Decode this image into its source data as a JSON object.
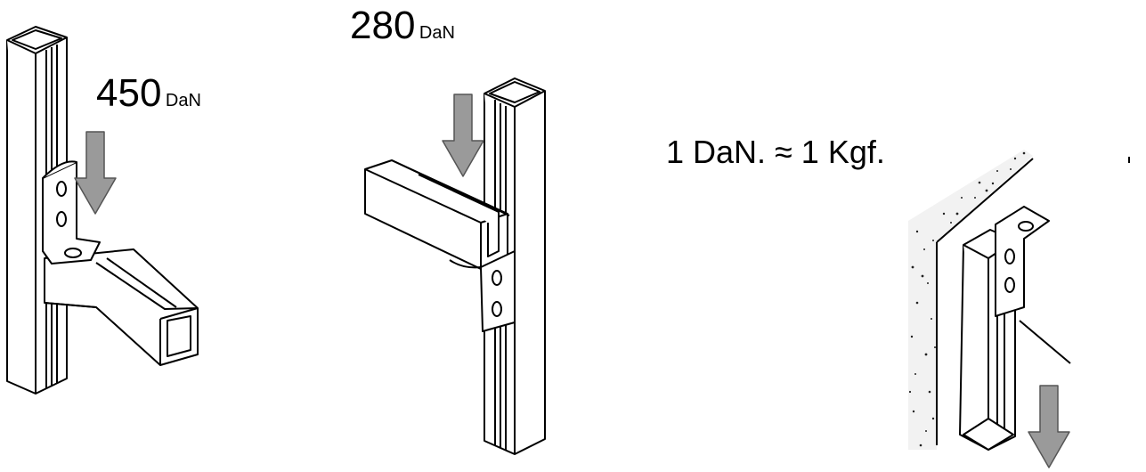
{
  "loads": {
    "left": {
      "value": "450",
      "unit": "DaN"
    },
    "middle": {
      "value": "280",
      "unit": "DaN"
    }
  },
  "conversion": {
    "text": "1 DaN. ≈ 1 Kgf."
  },
  "colors": {
    "arrow": "#9a9a9a",
    "line": "#000000",
    "background": "#ffffff",
    "wall": "#222222"
  },
  "icons": [
    "down-arrow-icon"
  ]
}
